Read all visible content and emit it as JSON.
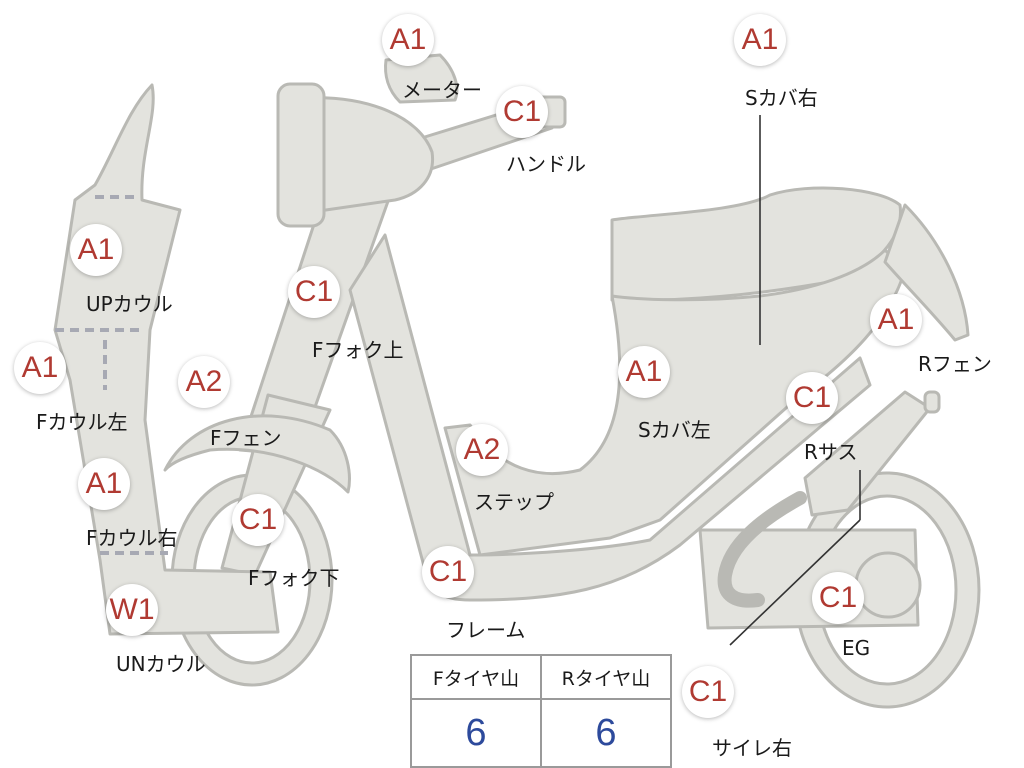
{
  "parts": [
    {
      "id": "meter",
      "code": "A1",
      "name": "メーター"
    },
    {
      "id": "handle",
      "code": "C1",
      "name": "ハンドル"
    },
    {
      "id": "s-cover-right",
      "code": "A1",
      "name": "Sカバ右"
    },
    {
      "id": "up-cowl",
      "code": "A1",
      "name": "UPカウル"
    },
    {
      "id": "f-fork-upper",
      "code": "C1",
      "name": "Fフォク上"
    },
    {
      "id": "f-cowl-left",
      "code": "A1",
      "name": "Fカウル左"
    },
    {
      "id": "f-fender",
      "code": "A2",
      "name": "Fフェン"
    },
    {
      "id": "r-fender",
      "code": "A1",
      "name": "Rフェン"
    },
    {
      "id": "s-cover-left",
      "code": "A1",
      "name": "Sカバ左"
    },
    {
      "id": "r-suspension",
      "code": "C1",
      "name": "Rサス"
    },
    {
      "id": "step",
      "code": "A2",
      "name": "ステップ"
    },
    {
      "id": "f-cowl-right",
      "code": "A1",
      "name": "Fカウル右"
    },
    {
      "id": "f-fork-lower",
      "code": "C1",
      "name": "Fフォク下"
    },
    {
      "id": "frame",
      "code": "C1",
      "name": "フレーム"
    },
    {
      "id": "un-cowl",
      "code": "W1",
      "name": "UNカウル"
    },
    {
      "id": "engine",
      "code": "C1",
      "name": "EG"
    },
    {
      "id": "muffler-right",
      "code": "C1",
      "name": "サイレ右"
    }
  ],
  "tire_tread": {
    "front_label": "Fタイヤ山",
    "rear_label": "Rタイヤ山",
    "front_value": "6",
    "rear_value": "6"
  },
  "colors": {
    "part_fill": "#e3e3de",
    "part_stroke": "#b9b9b4",
    "badge_text": "#b03a32",
    "value_text": "#2d4a9c"
  }
}
